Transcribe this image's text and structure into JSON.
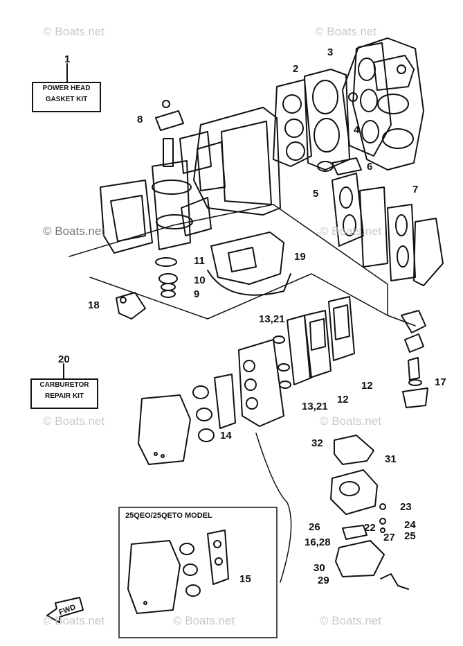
{
  "watermarks": [
    "© Boats.net",
    "© Boats.net",
    "© Boats.net",
    "© Boats.net",
    "© Boats.net",
    "© Boats.net",
    "© Boats.net",
    "© Boats.net",
    "© Boats.net"
  ],
  "kits": {
    "power_head": {
      "line1": "POWER HEAD",
      "line2": "GASKET KIT"
    },
    "carburetor": {
      "line1": "CARBURETOR",
      "line2": "REPAIR KIT"
    }
  },
  "model_box_title": "25QEO/25QETO MODEL",
  "fwd_label": "FWD",
  "callouts": [
    "1",
    "2",
    "3",
    "4",
    "5",
    "6",
    "7",
    "8",
    "9",
    "10",
    "11",
    "12",
    "12",
    "13,21",
    "13,21",
    "14",
    "15",
    "16,28",
    "17",
    "18",
    "19",
    "20",
    "22",
    "23",
    "24",
    "25",
    "26",
    "27",
    "29",
    "30",
    "31",
    "32"
  ]
}
